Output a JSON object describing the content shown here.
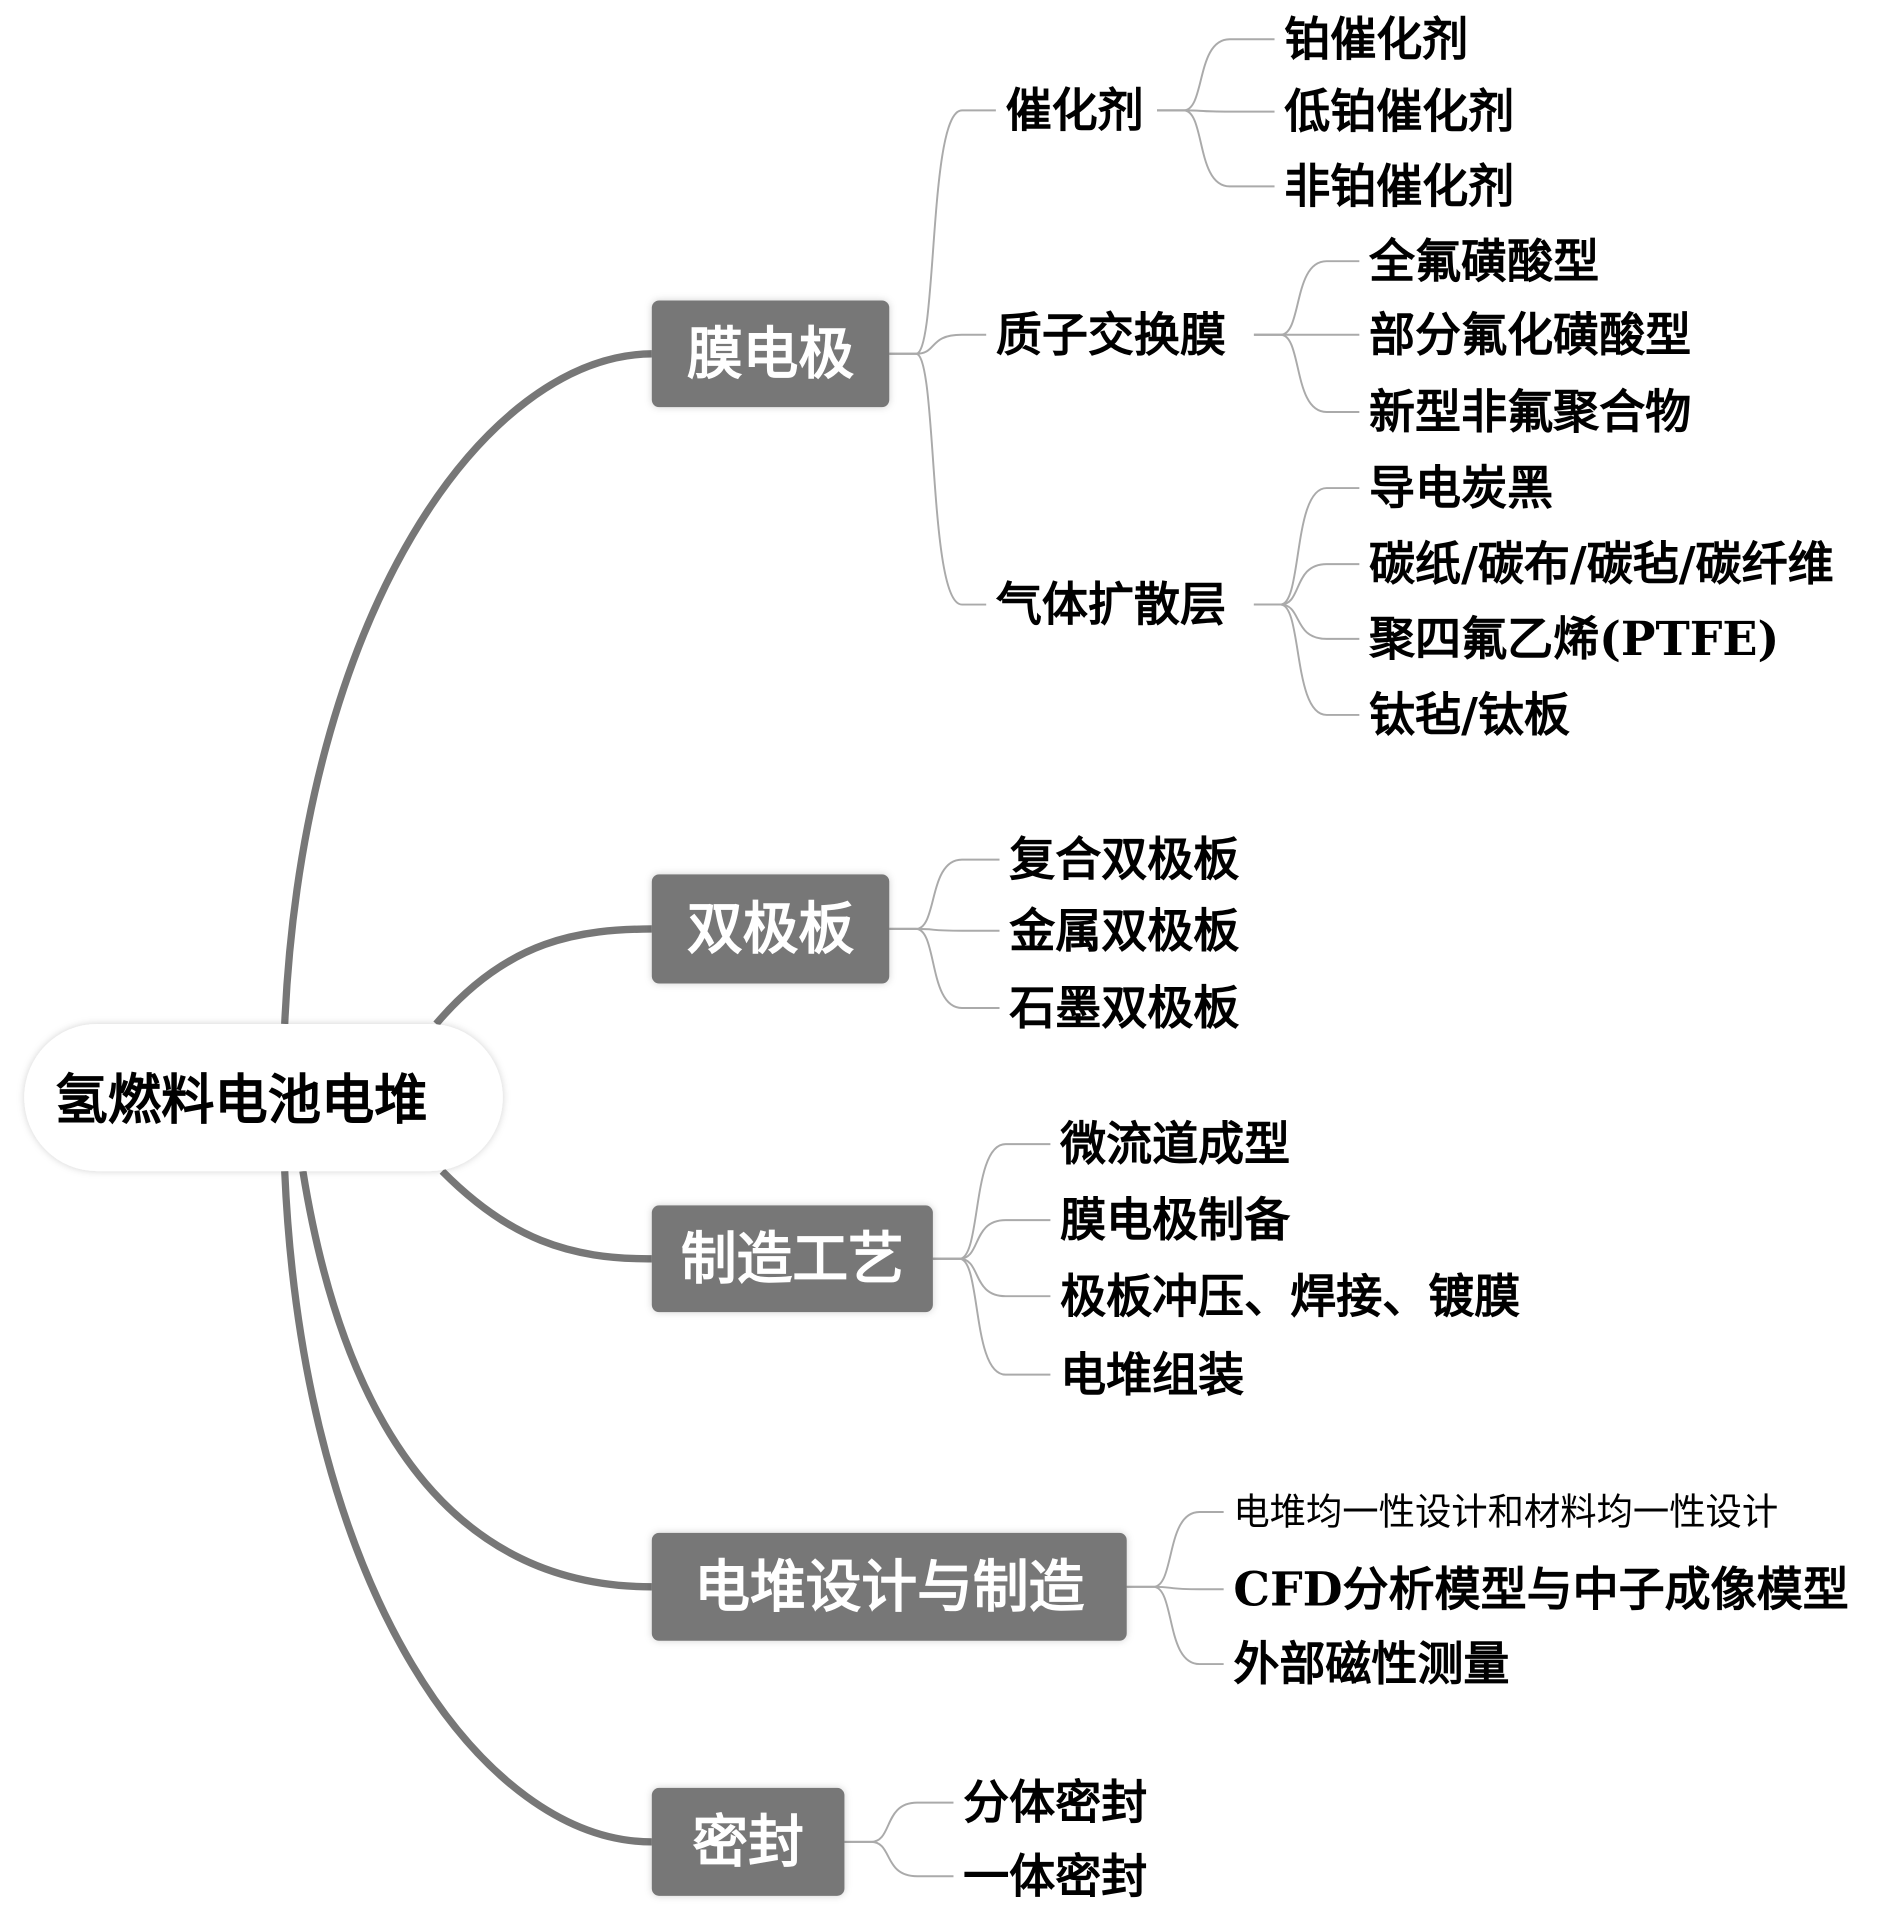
{
  "root": {
    "label": "氢燃料电池电堆"
  },
  "branches": [
    {
      "label": "膜电极",
      "children": [
        {
          "label": "催化剂",
          "children": [
            {
              "label": "铂催化剂"
            },
            {
              "label": "低铂催化剂"
            },
            {
              "label": "非铂催化剂"
            }
          ]
        },
        {
          "label": "质子交换膜",
          "children": [
            {
              "label": "全氟磺酸型"
            },
            {
              "label": "部分氟化磺酸型"
            },
            {
              "label": "新型非氟聚合物"
            }
          ]
        },
        {
          "label": "气体扩散层",
          "children": [
            {
              "label": "导电炭黑"
            },
            {
              "label": "碳纸/碳布/碳毡/碳纤维"
            },
            {
              "label": "聚四氟乙烯(PTFE)"
            },
            {
              "label": "钛毡/钛板"
            }
          ]
        }
      ]
    },
    {
      "label": "双极板",
      "children": [
        {
          "label": "复合双极板"
        },
        {
          "label": "金属双极板"
        },
        {
          "label": "石墨双极板"
        }
      ]
    },
    {
      "label": "制造工艺",
      "children": [
        {
          "label": "微流道成型"
        },
        {
          "label": "膜电极制备"
        },
        {
          "label": "极板冲压、焊接、镀膜"
        },
        {
          "label": "电堆组装"
        }
      ]
    },
    {
      "label": "电堆设计与制造",
      "children": [
        {
          "label": "电堆均一性设计和材料均一性设计"
        },
        {
          "label": "CFD分析模型与中子成像模型"
        },
        {
          "label": "外部磁性测量"
        }
      ]
    },
    {
      "label": "密封",
      "children": [
        {
          "label": "分体密封"
        },
        {
          "label": "一体密封"
        }
      ]
    }
  ],
  "colors": {
    "branch_fill": "#777777",
    "branch_text": "#ffffff",
    "thick_line": "#777777",
    "thin_line": "#aaaaaa"
  }
}
